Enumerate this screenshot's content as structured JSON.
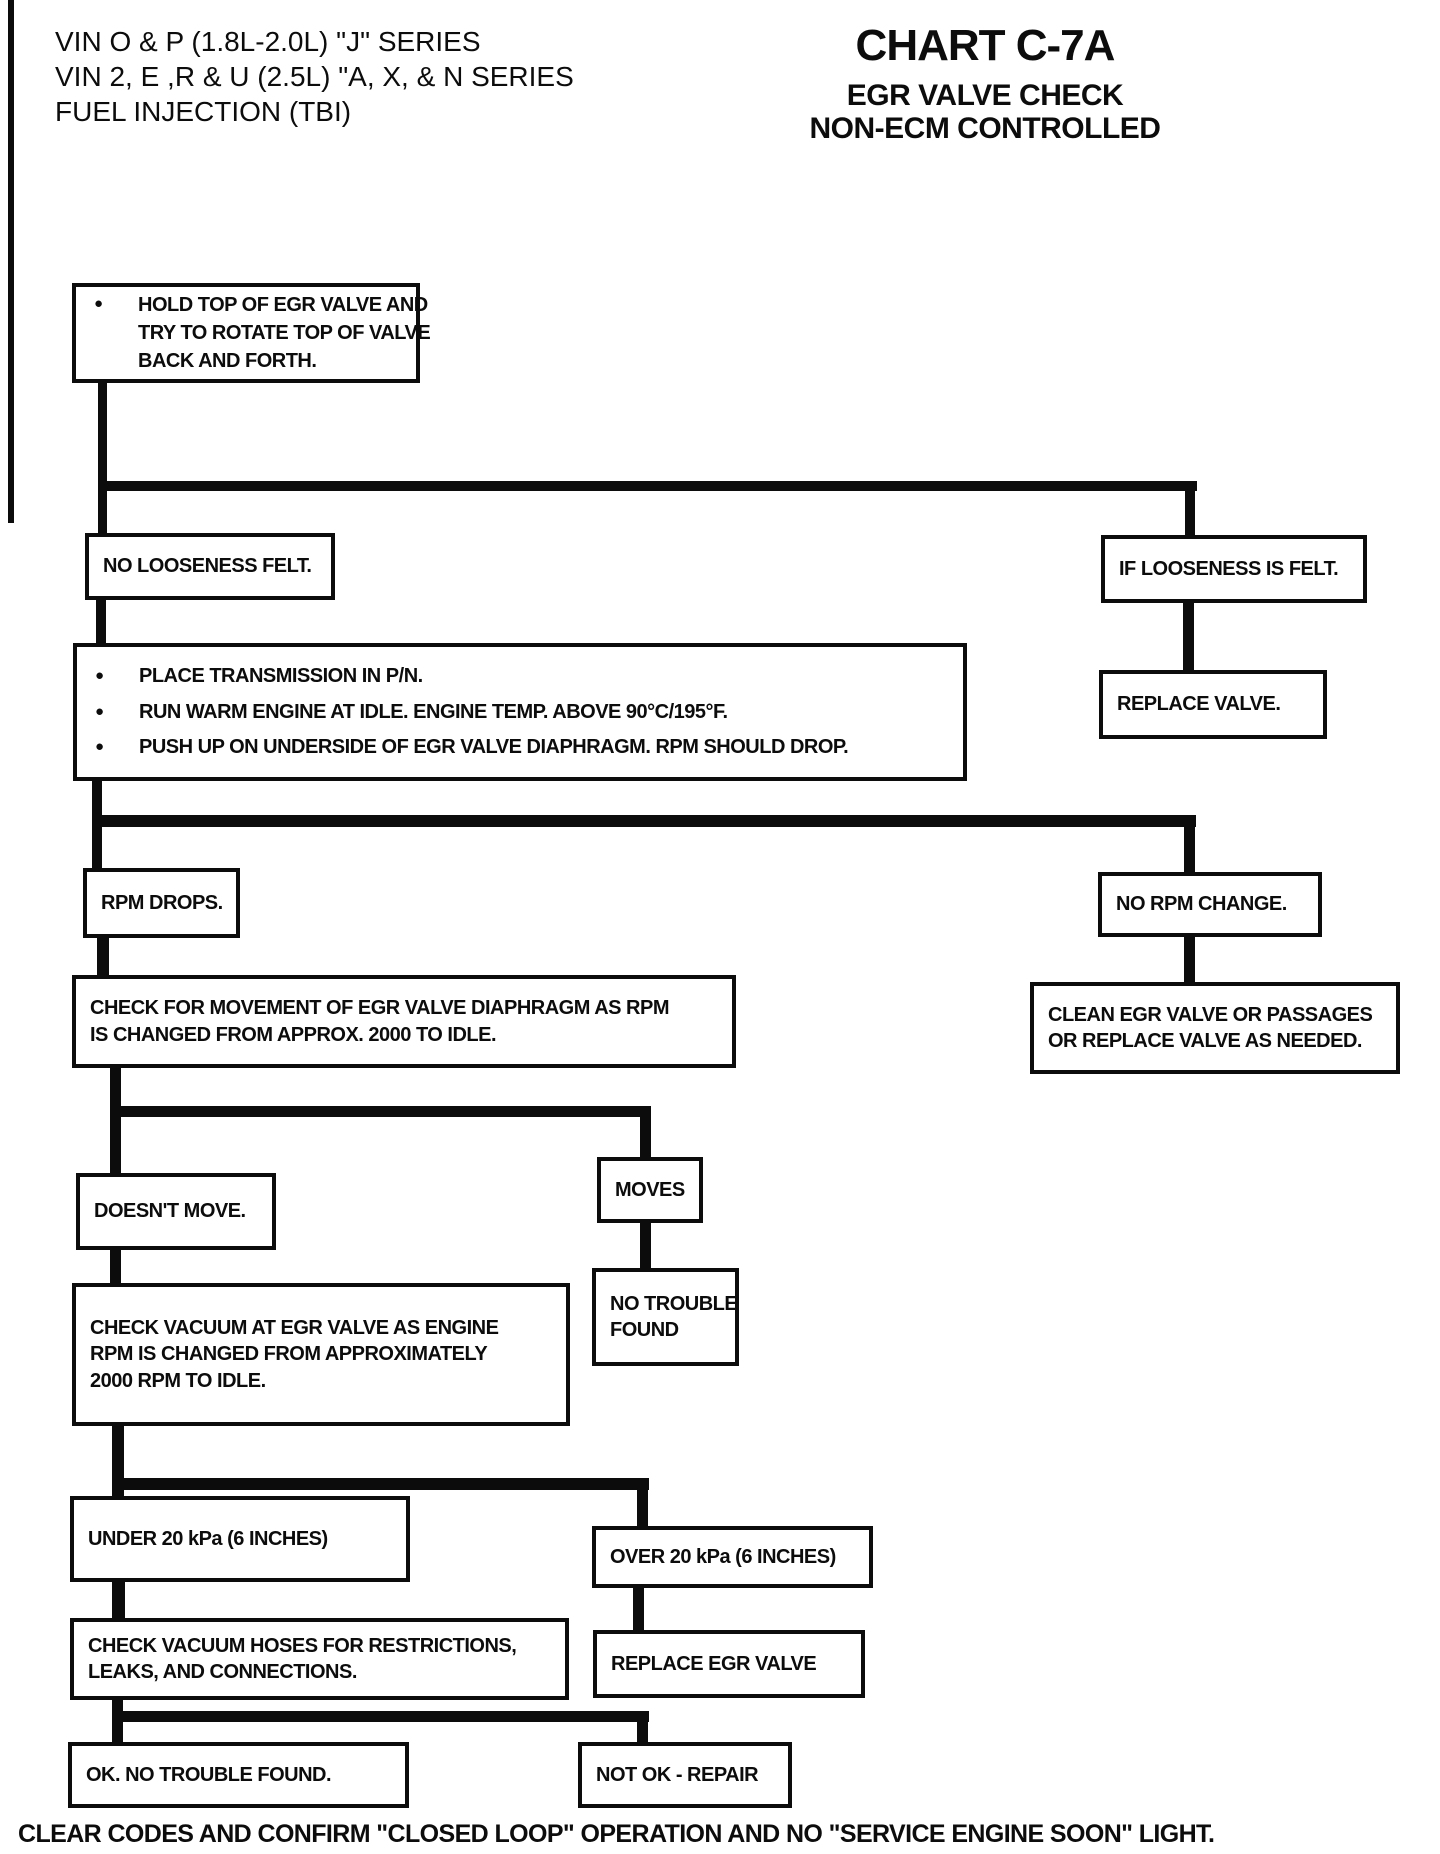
{
  "page": {
    "header_left": {
      "lines": [
        "VIN O & P (1.8L-2.0L) \"J\" SERIES",
        "VIN 2, E ,R & U (2.5L) \"A, X, & N SERIES",
        "FUEL INJECTION (TBI)"
      ]
    },
    "header_right": {
      "title": "CHART C-7A",
      "subtitle1": "EGR VALVE CHECK",
      "subtitle2": "NON-ECM CONTROLLED"
    },
    "footer": "CLEAR CODES AND CONFIRM \"CLOSED LOOP\" OPERATION AND NO \"SERVICE ENGINE SOON\" LIGHT."
  },
  "colors": {
    "ink": "#0c0c0c",
    "paper": "#ffffff"
  },
  "flowchart": {
    "bullet": "●",
    "nodes": {
      "hold_top": {
        "lines": [
          "HOLD TOP OF EGR VALVE AND",
          "TRY TO ROTATE TOP OF VALVE",
          "BACK AND FORTH."
        ]
      },
      "no_looseness": {
        "label": "NO LOOSENESS FELT."
      },
      "if_looseness": {
        "label": "IF LOOSENESS IS FELT."
      },
      "replace_valve": {
        "label": "REPLACE VALVE."
      },
      "run_checks": {
        "items": [
          "PLACE TRANSMISSION IN P/N.",
          "RUN WARM ENGINE AT IDLE. ENGINE TEMP. ABOVE 90°C/195°F.",
          "PUSH UP ON UNDERSIDE OF EGR VALVE DIAPHRAGM. RPM SHOULD DROP."
        ]
      },
      "rpm_drops": {
        "label": "RPM DROPS."
      },
      "no_rpm_change": {
        "label": "NO RPM CHANGE."
      },
      "clean_egr": {
        "lines": [
          "CLEAN EGR VALVE OR PASSAGES",
          "OR REPLACE VALVE AS NEEDED."
        ]
      },
      "check_movement": {
        "lines": [
          "CHECK FOR MOVEMENT OF EGR VALVE DIAPHRAGM AS RPM",
          "IS CHANGED FROM APPROX. 2000 TO IDLE."
        ]
      },
      "doesnt_move": {
        "label": "DOESN'T MOVE."
      },
      "moves": {
        "label": "MOVES"
      },
      "check_vacuum": {
        "lines": [
          "CHECK VACUUM AT EGR VALVE AS ENGINE",
          "RPM IS CHANGED FROM APPROXIMATELY",
          "2000 RPM TO IDLE."
        ]
      },
      "no_trouble_found": {
        "lines": [
          "NO TROUBLE",
          "FOUND"
        ]
      },
      "under_20": {
        "label": "UNDER 20 kPa (6 INCHES)"
      },
      "over_20": {
        "label": "OVER 20 kPa (6 INCHES)"
      },
      "check_hoses": {
        "lines": [
          "CHECK VACUUM HOSES FOR RESTRICTIONS,",
          "LEAKS, AND CONNECTIONS."
        ]
      },
      "replace_egr": {
        "label": "REPLACE EGR VALVE"
      },
      "ok_no_trouble": {
        "label": "OK.  NO TROUBLE FOUND."
      },
      "not_ok": {
        "label": "NOT OK - REPAIR"
      }
    }
  }
}
